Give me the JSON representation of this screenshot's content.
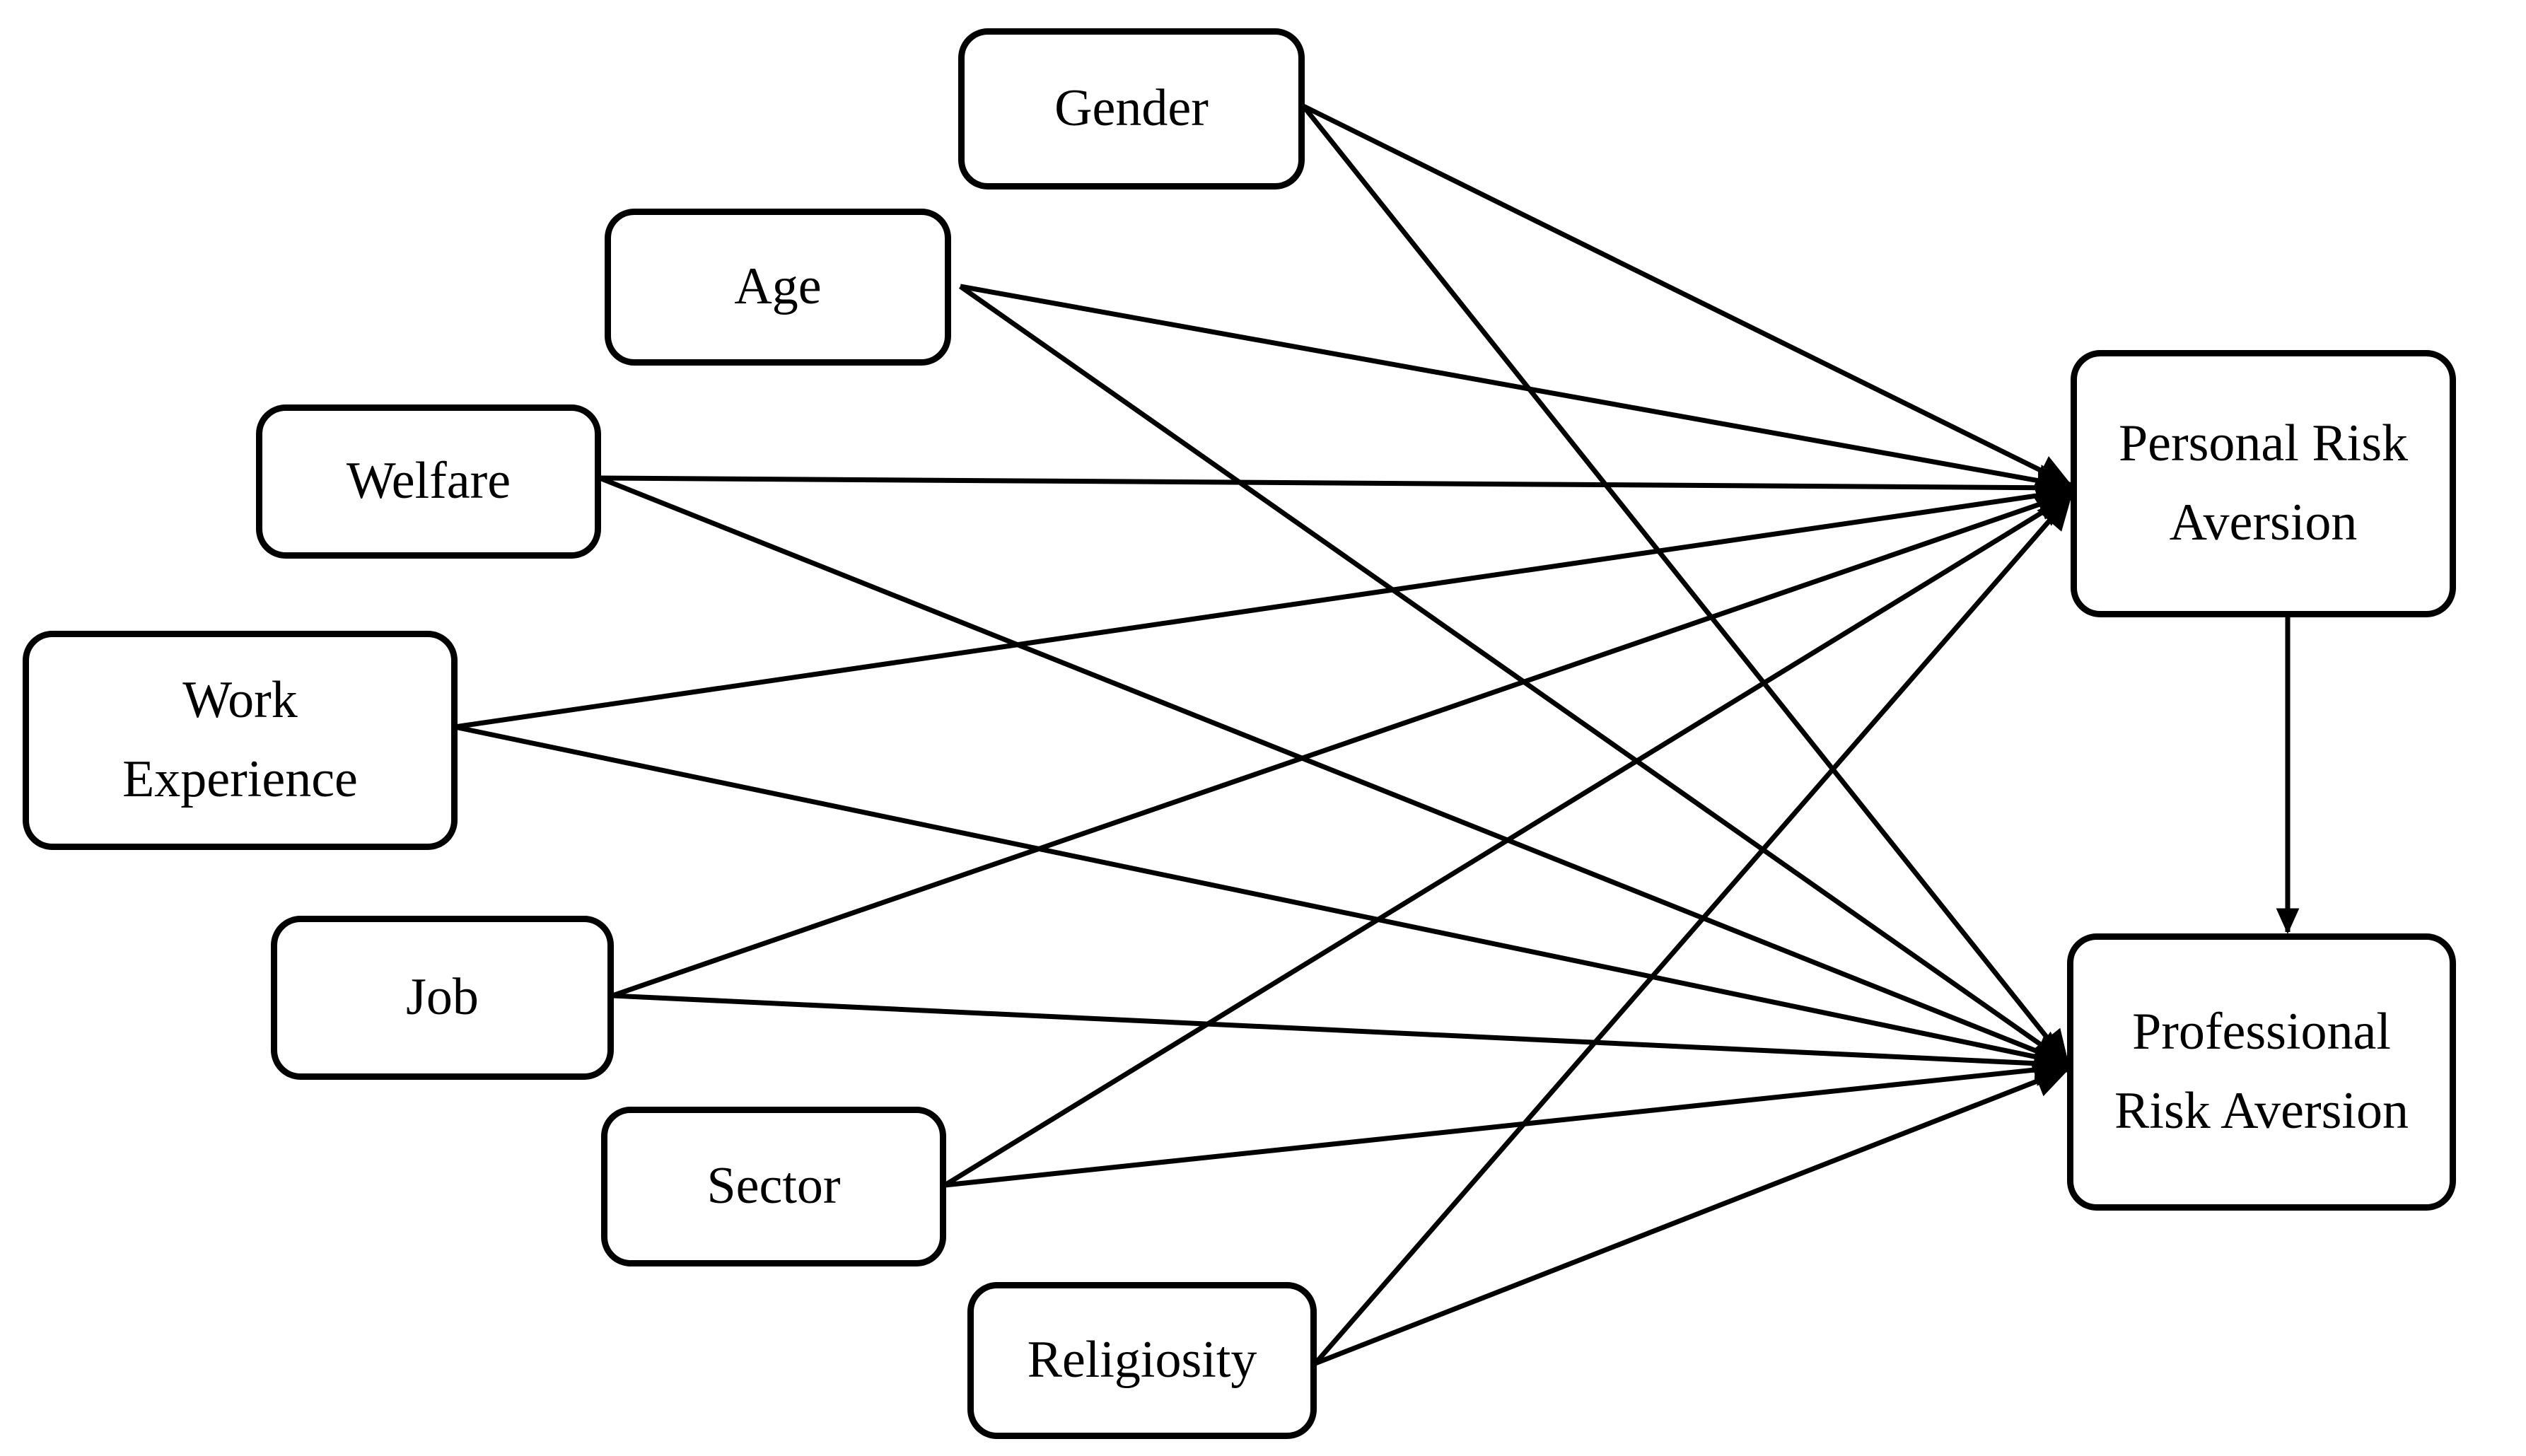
{
  "diagram": {
    "type": "path-model",
    "title": "",
    "style": {
      "background": "#ffffff",
      "node_fill": "#ffffff",
      "node_stroke": "#000000",
      "edge_color": "#000000"
    },
    "predictors": [
      {
        "id": "gender",
        "label": "Gender",
        "label_line1": "Gender",
        "label_line2": ""
      },
      {
        "id": "age",
        "label": "Age",
        "label_line1": "Age",
        "label_line2": ""
      },
      {
        "id": "welfare",
        "label": "Welfare",
        "label_line1": "Welfare",
        "label_line2": ""
      },
      {
        "id": "work-experience",
        "label": "Work Experience",
        "label_line1": "Work",
        "label_line2": "Experience"
      },
      {
        "id": "job",
        "label": "Job",
        "label_line1": "Job",
        "label_line2": ""
      },
      {
        "id": "sector",
        "label": "Sector",
        "label_line1": "Sector",
        "label_line2": ""
      },
      {
        "id": "religiosity",
        "label": "Religiosity",
        "label_line1": "Religiosity",
        "label_line2": ""
      }
    ],
    "outcomes": [
      {
        "id": "personal-risk-aversion",
        "label": "Personal Risk Aversion",
        "label_line1": "Personal Risk",
        "label_line2": "Aversion"
      },
      {
        "id": "professional-risk-aversion",
        "label": "Professional Risk Aversion",
        "label_line1": "Professional",
        "label_line2": "Risk Aversion"
      }
    ],
    "edges": [
      {
        "from": "gender",
        "to": "personal-risk-aversion",
        "arrow": true
      },
      {
        "from": "gender",
        "to": "professional-risk-aversion",
        "arrow": true
      },
      {
        "from": "age",
        "to": "personal-risk-aversion",
        "arrow": true
      },
      {
        "from": "age",
        "to": "professional-risk-aversion",
        "arrow": true
      },
      {
        "from": "welfare",
        "to": "personal-risk-aversion",
        "arrow": true
      },
      {
        "from": "welfare",
        "to": "professional-risk-aversion",
        "arrow": true
      },
      {
        "from": "work-experience",
        "to": "personal-risk-aversion",
        "arrow": true
      },
      {
        "from": "work-experience",
        "to": "professional-risk-aversion",
        "arrow": true
      },
      {
        "from": "job",
        "to": "personal-risk-aversion",
        "arrow": true
      },
      {
        "from": "job",
        "to": "professional-risk-aversion",
        "arrow": true
      },
      {
        "from": "sector",
        "to": "personal-risk-aversion",
        "arrow": true
      },
      {
        "from": "sector",
        "to": "professional-risk-aversion",
        "arrow": true
      },
      {
        "from": "religiosity",
        "to": "personal-risk-aversion",
        "arrow": true
      },
      {
        "from": "religiosity",
        "to": "professional-risk-aversion",
        "arrow": true
      },
      {
        "from": "personal-risk-aversion",
        "to": "professional-risk-aversion",
        "arrow": true
      }
    ]
  }
}
